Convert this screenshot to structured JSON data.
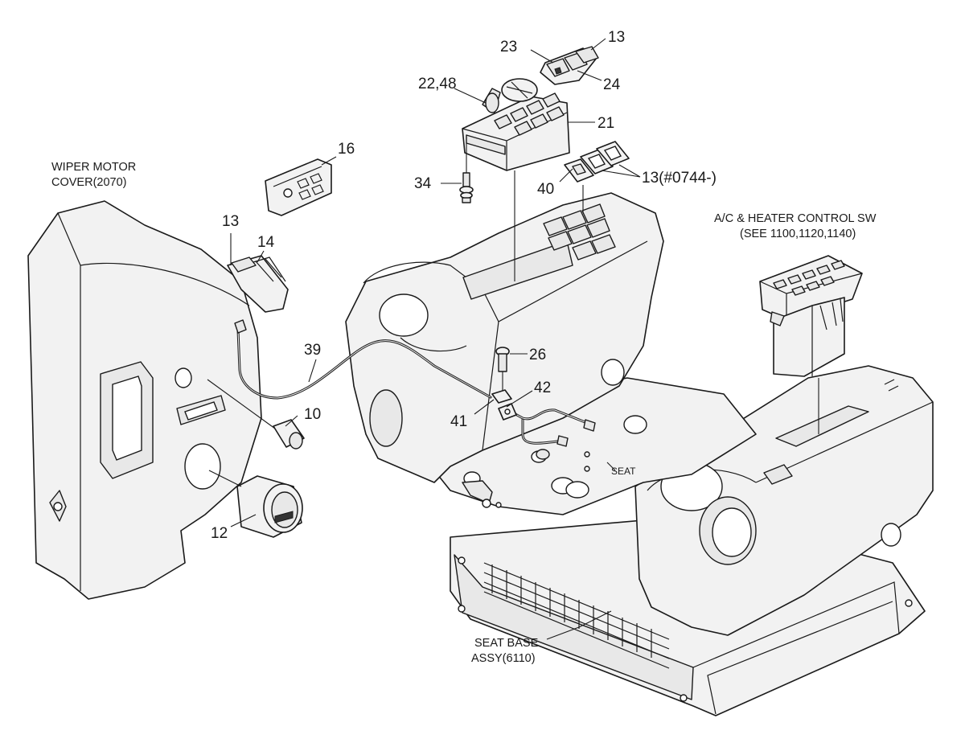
{
  "labels": {
    "p13_top": "13",
    "p23": "23",
    "p24": "24",
    "p22_48": "22,48",
    "p21": "21",
    "p34": "34",
    "p40": "40",
    "p13_ser": "13(#0744-)",
    "p16": "16",
    "p13_left": "13",
    "p14": "14",
    "p39": "39",
    "p26": "26",
    "p42": "42",
    "p41": "41",
    "p10": "10",
    "p12": "12",
    "seat": "SEAT"
  },
  "notes": {
    "wiper_line1": "WIPER MOTOR",
    "wiper_line2": "COVER(2070)",
    "ac_line1": "A/C & HEATER CONTROL SW",
    "ac_line2": "(SEE 1100,1120,1140)",
    "seatbase_line1": "SEAT BASE",
    "seatbase_line2": "ASSY(6110)"
  }
}
